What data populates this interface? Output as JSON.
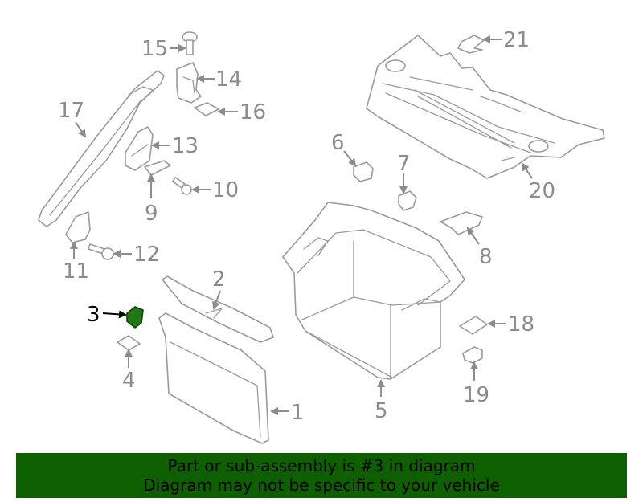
{
  "callouts": {
    "c1": "1",
    "c2": "2",
    "c3": "3",
    "c4": "4",
    "c5": "5",
    "c6": "6",
    "c7": "7",
    "c8": "8",
    "c9": "9",
    "c10": "10",
    "c11": "11",
    "c12": "12",
    "c13": "13",
    "c14": "14",
    "c15": "15",
    "c16": "16",
    "c17": "17",
    "c18": "18",
    "c19": "19",
    "c20": "20",
    "c21": "21"
  },
  "highlighted_part": "3",
  "colors": {
    "highlight": "#1e7a12",
    "banner": "#0d5f00",
    "lines": "#9a9a9a"
  },
  "footer": {
    "line1": "Part or sub-assembly is #3 in diagram",
    "line2": "Diagram may not be specific to your vehicle"
  }
}
